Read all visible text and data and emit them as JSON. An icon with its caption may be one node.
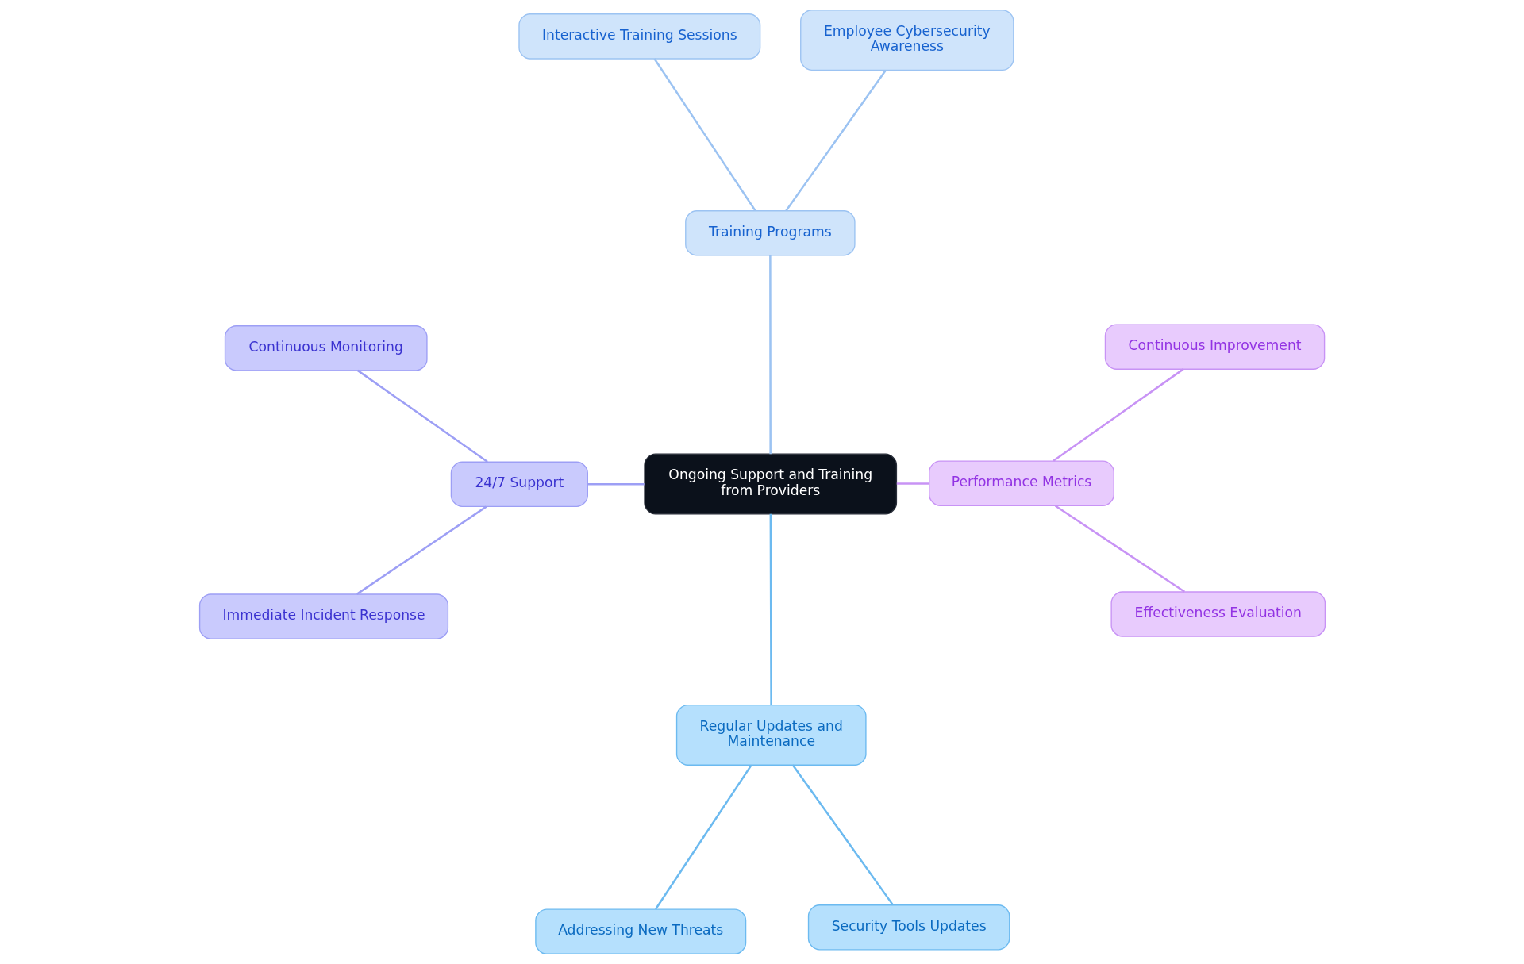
{
  "diagram": {
    "nodes": [
      {
        "text": [
          "Ongoing Support and Training from Providers"
        ]
      },
      {
        "text": [
          "Performance Metrics"
        ]
      },
      {
        "text": [
          "Effectiveness Evaluation"
        ]
      },
      {
        "text": [
          "Continuous Improvement"
        ]
      },
      {
        "text": [
          "24/7 Support"
        ]
      },
      {
        "text": [
          "Continuous Monitoring"
        ]
      },
      {
        "text": [
          "Immediate Incident Response"
        ]
      },
      {
        "text": [
          "Regular Updates and Maintenance"
        ]
      },
      {
        "text": [
          "Addressing New Threats"
        ]
      },
      {
        "text": [
          "Security Tools Updates"
        ]
      },
      {
        "text": [
          "Training Programs"
        ]
      },
      {
        "text": [
          "Interactive Training Sessions"
        ]
      },
      {
        "text": [
          "Employee Cybersecurity Awareness"
        ]
      }
    ],
    "edges": [
      {
        "from": 0,
        "to": 1,
        "arrow": "none",
        "color": "#c893f5"
      },
      {
        "from": 1,
        "to": 2,
        "arrow": "none",
        "color": "#c893f5"
      },
      {
        "from": 1,
        "to": 3,
        "arrow": "none",
        "color": "#c893f5"
      },
      {
        "from": 0,
        "to": 4,
        "arrow": "none",
        "color": "#9d9ff5"
      },
      {
        "from": 4,
        "to": 5,
        "arrow": "none",
        "color": "#9d9ff5"
      },
      {
        "from": 4,
        "to": 6,
        "arrow": "none",
        "color": "#9d9ff5"
      },
      {
        "from": 0,
        "to": 7,
        "arrow": "none",
        "color": "#6cbaf0"
      },
      {
        "from": 7,
        "to": 8,
        "arrow": "none",
        "color": "#6cbaf0"
      },
      {
        "from": 7,
        "to": 9,
        "arrow": "none",
        "color": "#6cbaf0"
      },
      {
        "from": 0,
        "to": 10,
        "arrow": "none",
        "color": "#9cc3f2"
      },
      {
        "from": 10,
        "to": 11,
        "arrow": "none",
        "color": "#9cc3f2"
      },
      {
        "from": 10,
        "to": 12,
        "arrow": "none",
        "color": "#9cc3f2"
      }
    ]
  }
}
